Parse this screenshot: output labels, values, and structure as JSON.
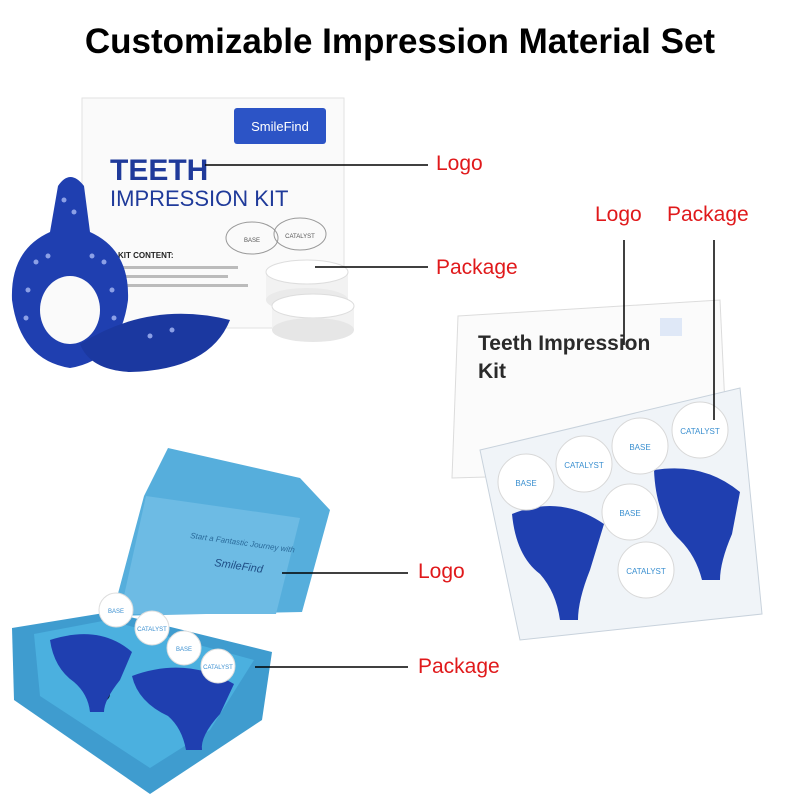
{
  "page": {
    "title": "Customizable Impression Material Set"
  },
  "callouts": {
    "logo_1": "Logo",
    "package_1": "Package",
    "logo_2": "Logo",
    "package_2": "Package",
    "logo_3": "Logo",
    "package_3": "Package"
  },
  "product_1": {
    "brand": "SmileFind",
    "title_line1": "TEETH",
    "title_line2": "IMPRESSION KIT",
    "kit_content": "KIT CONTENT:",
    "cup_base": "BASE",
    "cup_catalyst": "CATALYST"
  },
  "product_2": {
    "title_line1": "Teeth Impression",
    "title_line2": "Kit",
    "cups": [
      "BASE",
      "CATALYST",
      "BASE",
      "CATALYST",
      "BASE",
      "CATALYST"
    ]
  },
  "product_3": {
    "lid_text": "Start a Fantastic Journey with",
    "brand": "SmileFind",
    "cups": [
      "BASE",
      "CATALYST",
      "BASE",
      "CATALYST"
    ]
  },
  "colors": {
    "callout": "#e0191b",
    "tray_blue": "#1f3fb0",
    "box_blue": "#4aa6d6"
  }
}
